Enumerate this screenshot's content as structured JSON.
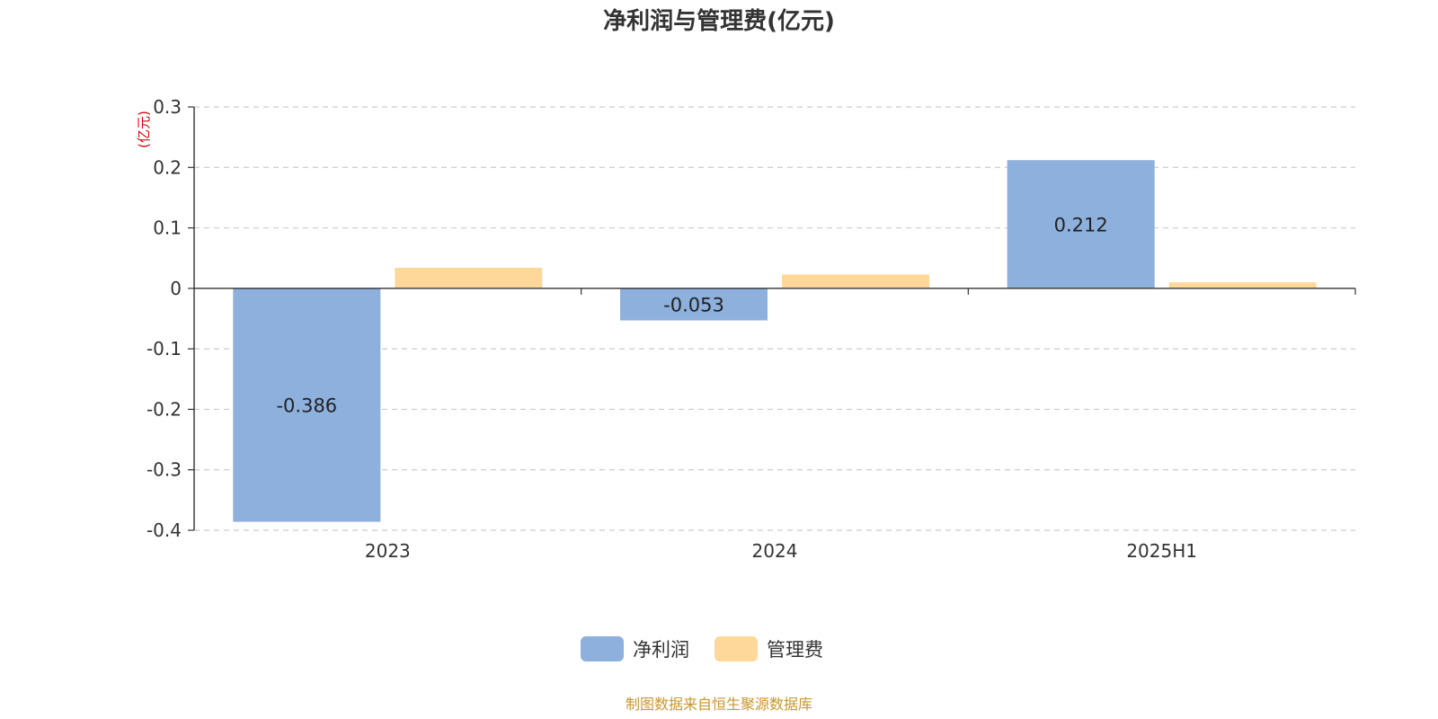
{
  "chart_data": {
    "type": "bar",
    "title": "净利润与管理费(亿元)",
    "unit_label": "(亿元)",
    "categories": [
      "2023",
      "2024",
      "2025H1"
    ],
    "series": [
      {
        "name": "净利润",
        "values": [
          -0.386,
          -0.053,
          0.212
        ],
        "color": "#8eb0dc",
        "labels": [
          "-0.386",
          "-0.053",
          "0.212"
        ]
      },
      {
        "name": "管理费",
        "values": [
          0.034,
          0.023,
          0.01
        ],
        "color": "#fdd89a"
      }
    ],
    "ylim": [
      -0.4,
      0.3
    ],
    "yticks": [
      0.3,
      0.2,
      0.1,
      0,
      -0.1,
      -0.2,
      -0.3,
      -0.4
    ],
    "ytick_labels": [
      "0.3",
      "0.2",
      "0.1",
      "0",
      "-0.1",
      "-0.2",
      "-0.3",
      "-0.4"
    ],
    "grid": true,
    "legend_position": "bottom-center"
  },
  "footer": {
    "source": "制图数据来自恒生聚源数据库"
  }
}
